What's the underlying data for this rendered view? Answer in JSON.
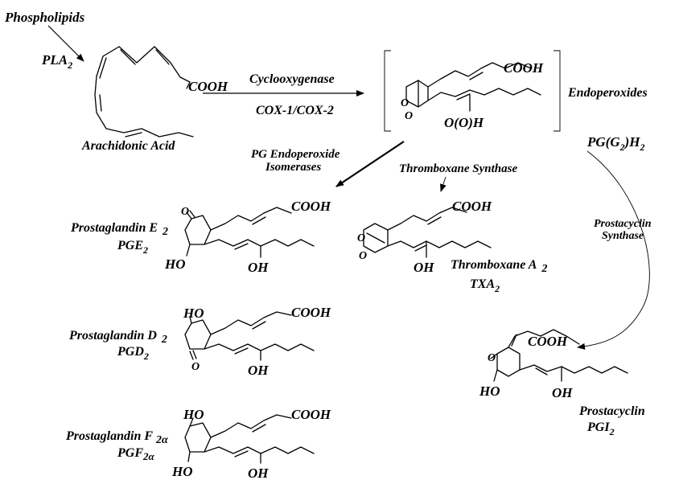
{
  "labels": {
    "phospholipids": "Phospholipids",
    "pla2_main": "PLA",
    "pla2_sub": "2",
    "arachidonic_acid": "Arachidonic Acid",
    "cooh": "COOH",
    "cyclooxygenase": "Cyclooxygenase",
    "cox": "COX-1/COX-2",
    "endoperoxides": "Endoperoxides",
    "ooh": "O(O)H",
    "o": "O",
    "pgg2h2_main": "PG(G",
    "pgg2h2_sub": "2",
    "pgg2h2_tail": ")H",
    "pgg2h2_tail_sub": "2",
    "pg_isomerases_1": "PG Endoperoxide",
    "pg_isomerases_2": "Isomerases",
    "thromboxane_synthase": "Thromboxane Synthase",
    "prostacyclin_synthase_1": "Prostacyclin",
    "prostacyclin_synthase_2": "Synthase",
    "pge2_name": "Prostaglandin E",
    "pge2_name_sub": "2",
    "pge2_abbr": "PGE",
    "pge2_abbr_sub": "2",
    "txa2_name": "Thromboxane A",
    "txa2_name_sub": "2",
    "txa2_abbr": "TXA",
    "txa2_abbr_sub": "2",
    "pgd2_name": "Prostaglandin D",
    "pgd2_name_sub": "2",
    "pgd2_abbr": "PGD",
    "pgd2_abbr_sub": "2",
    "pgf2a_name": "Prostaglandin F",
    "pgf2a_name_sub": "2α",
    "pgf2a_abbr": "PGF",
    "pgf2a_abbr_sub": "2α",
    "pgi2_name": "Prostacyclin",
    "pgi2_abbr": "PGI",
    "pgi2_abbr_sub": "2",
    "ho": "HO",
    "oh": "OH"
  }
}
